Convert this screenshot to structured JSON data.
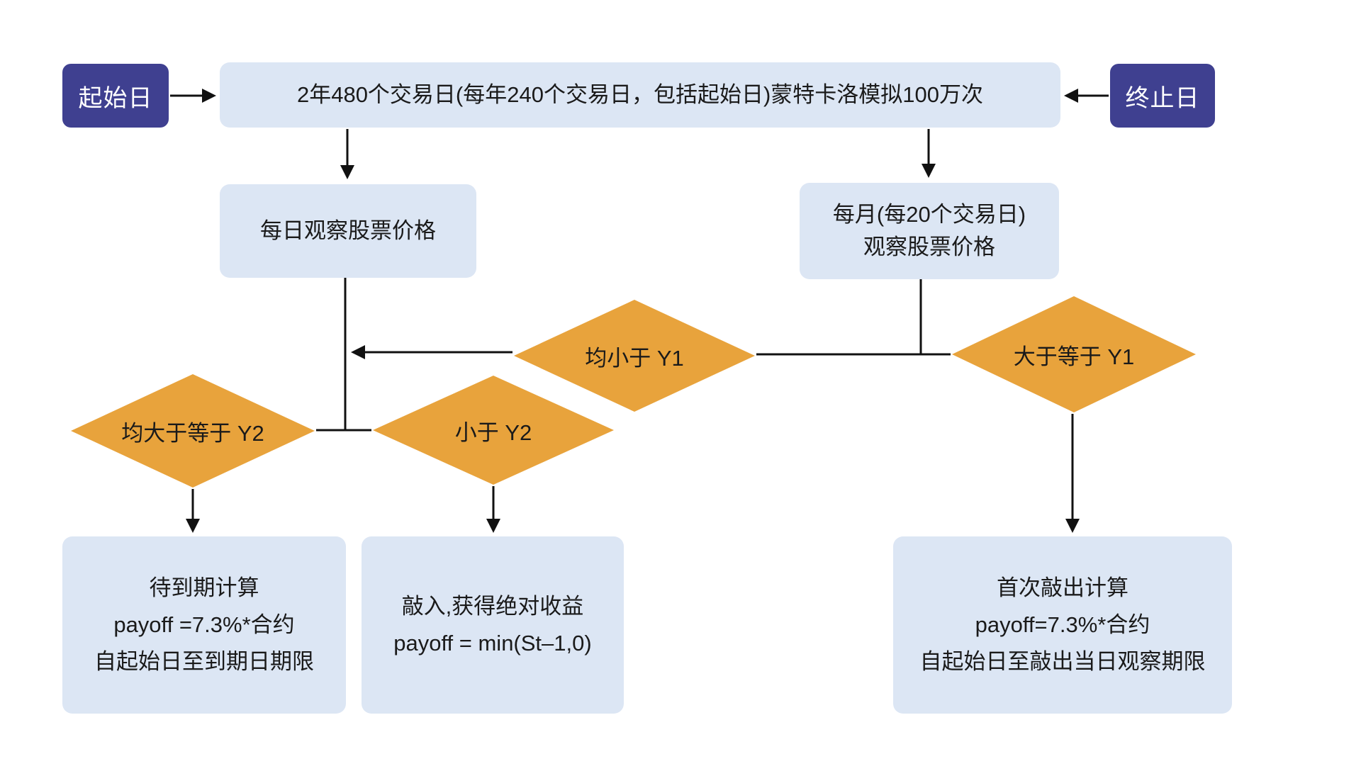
{
  "colors": {
    "badge": "#3F4090",
    "box": "#DCE6F4",
    "diamond": "#E8A33C",
    "line": "#111111"
  },
  "diagram": {
    "start_badge": {
      "label": "起始日"
    },
    "end_badge": {
      "label": "终止日"
    },
    "main_box": {
      "label": "2年480个交易日(每年240个交易日，包括起始日)蒙特卡洛模拟100万次"
    },
    "daily_box": {
      "label": "每日观察股票价格"
    },
    "monthly_box": {
      "line1": "每月(每20个交易日)",
      "line2": "观察股票价格"
    },
    "diamonds": {
      "all_below_y1": "均小于 Y1",
      "ge_y1": "大于等于 Y1",
      "all_ge_y2": "均大于等于 Y2",
      "below_y2": "小于 Y2"
    },
    "outcome_hold": {
      "line1": "待到期计算",
      "line2": "payoff =7.3%*合约",
      "line3": "自起始日至到期日期限"
    },
    "outcome_knockin": {
      "line1": "敲入,获得绝对收益",
      "line2": "payoff = min(St–1,0)"
    },
    "outcome_knockout": {
      "line1": "首次敲出计算",
      "line2": "payoff=7.3%*合约",
      "line3": "自起始日至敲出当日观察期限"
    }
  }
}
